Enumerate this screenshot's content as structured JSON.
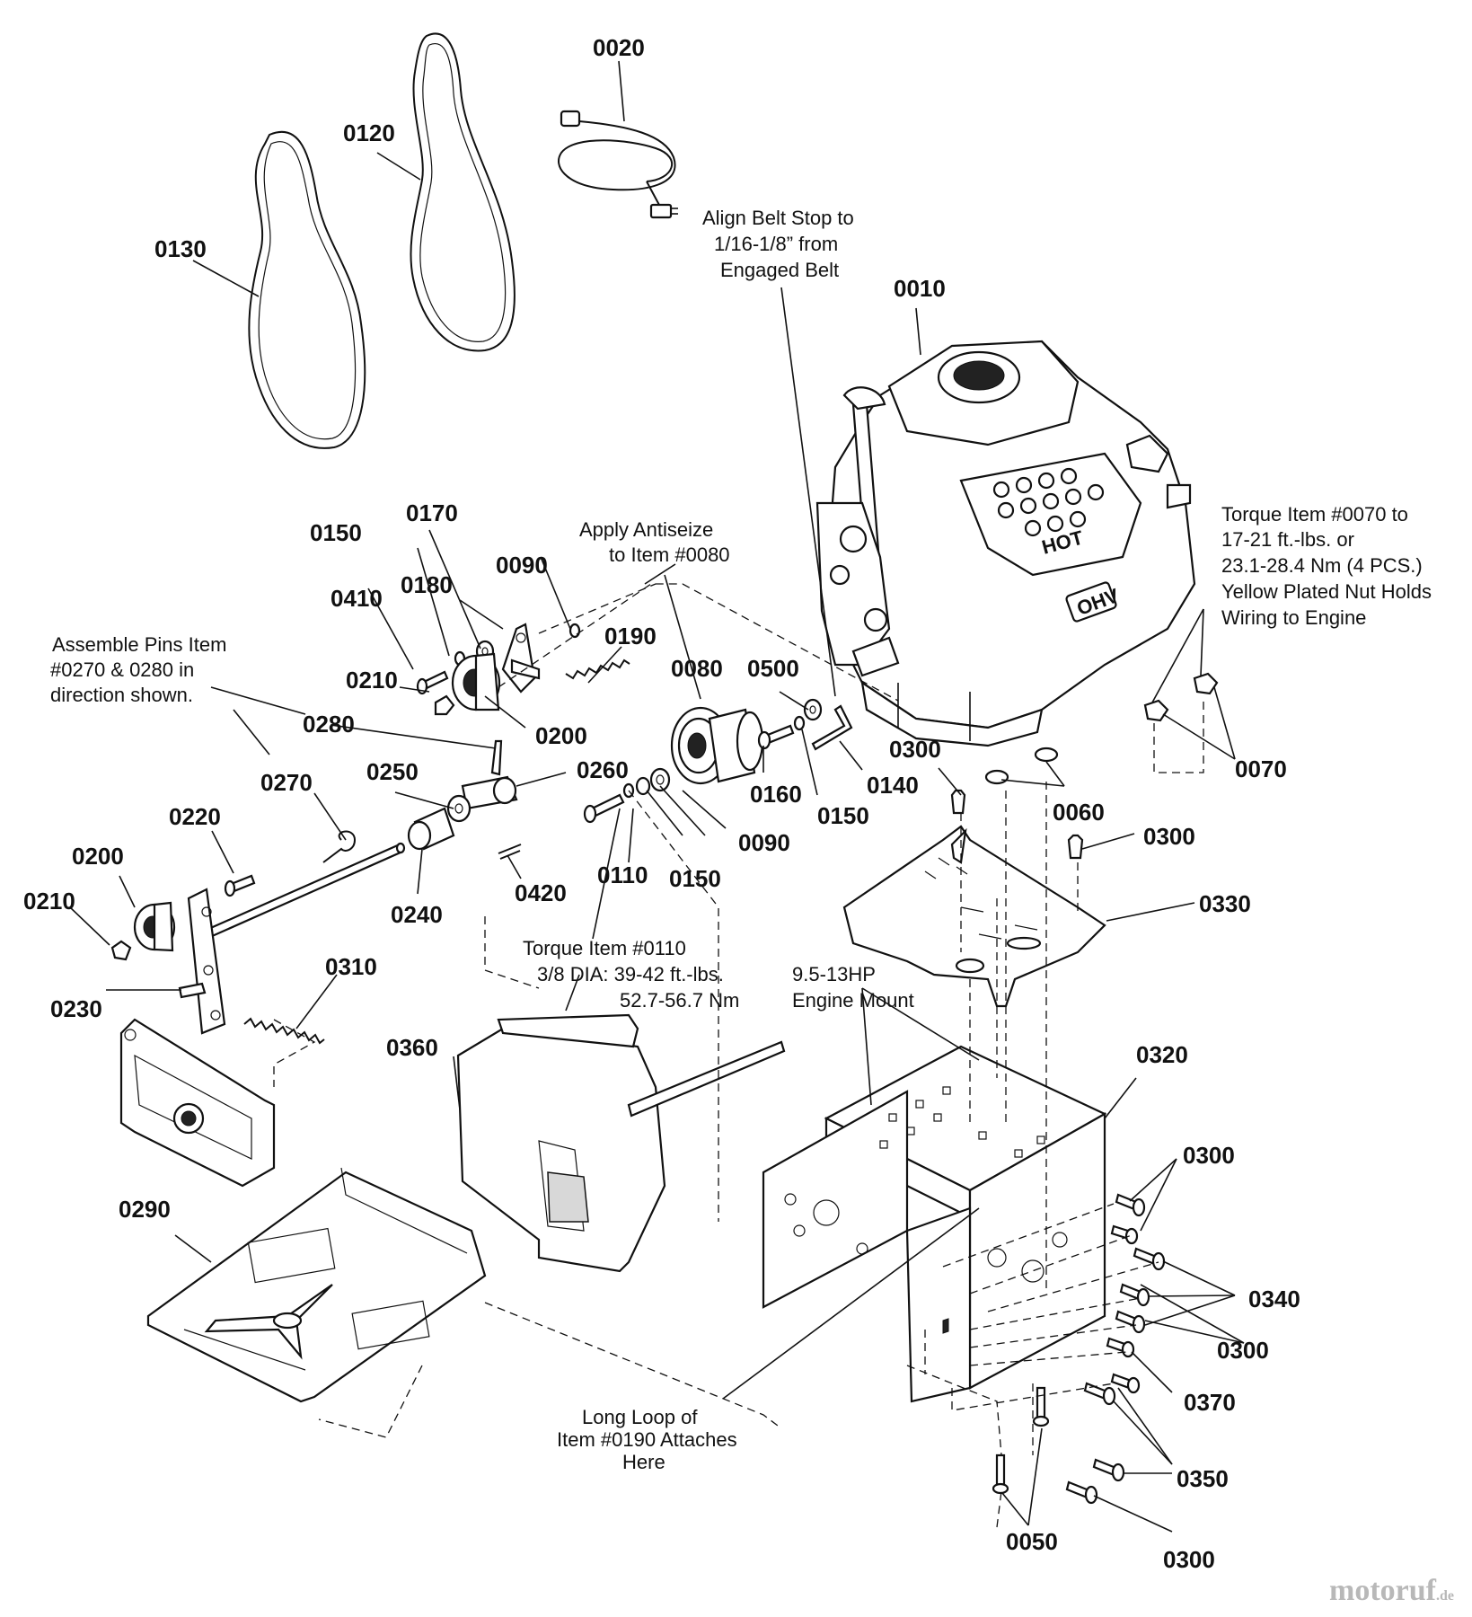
{
  "callouts": {
    "p0010": "0010",
    "p0020": "0020",
    "p0050": "0050",
    "p0060": "0060",
    "p0070": "0070",
    "p0080": "0080",
    "p0090a": "0090",
    "p0090b": "0090",
    "p0110": "0110",
    "p0120": "0120",
    "p0130": "0130",
    "p0140": "0140",
    "p0150a": "0150",
    "p0150b": "0150",
    "p0150c": "0150",
    "p0160": "0160",
    "p0170": "0170",
    "p0180": "0180",
    "p0190": "0190",
    "p0200a": "0200",
    "p0200b": "0200",
    "p0210a": "0210",
    "p0210b": "0210",
    "p0220": "0220",
    "p0230": "0230",
    "p0240": "0240",
    "p0250": "0250",
    "p0260": "0260",
    "p0270": "0270",
    "p0280": "0280",
    "p0290": "0290",
    "p0300a": "0300",
    "p0300b": "0300",
    "p0300c": "0300",
    "p0300d": "0300",
    "p0300e": "0300",
    "p0310": "0310",
    "p0320": "0320",
    "p0330": "0330",
    "p0340": "0340",
    "p0350": "0350",
    "p0360": "0360",
    "p0370": "0370",
    "p0410": "0410",
    "p0420": "0420",
    "p0500": "0500"
  },
  "notes": {
    "belt_stop": [
      "Align Belt Stop to",
      "1/16-1/8” from",
      "Engaged Belt"
    ],
    "antiseize": [
      "Apply Antiseize",
      "to Item #0080"
    ],
    "pins": [
      "Assemble Pins Item",
      "#0270 & 0280 in",
      "direction shown."
    ],
    "torque_0070": [
      "Torque Item #0070 to",
      "17-21 ft.-lbs. or",
      "23.1-28.4 Nm (4 PCS.)",
      "Yellow Plated Nut Holds",
      "Wiring to Engine"
    ],
    "torque_0110": [
      "Torque Item #0110",
      "3/8 DIA: 39-42 ft.-lbs.",
      "52.7-56.7 Nm"
    ],
    "engine_mount": [
      "9.5-13HP",
      "Engine Mount"
    ],
    "long_loop": [
      "Long Loop of",
      "Item #0190 Attaches",
      "Here"
    ]
  },
  "engine_decal": {
    "hot": "HOT",
    "brand": "OHV"
  },
  "watermark": {
    "name": "motoruf",
    "tld": ".de"
  }
}
